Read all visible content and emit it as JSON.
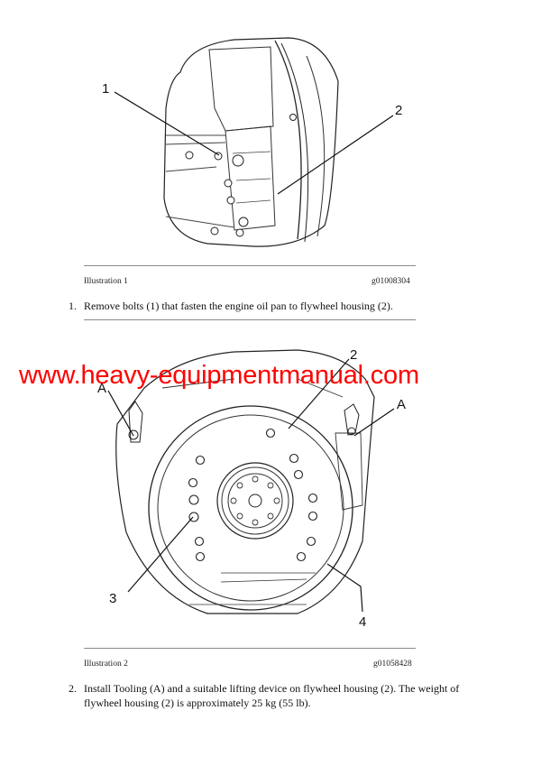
{
  "illustration1": {
    "label": "Illustration 1",
    "code": "g01008304",
    "callouts": [
      "1",
      "2"
    ]
  },
  "step1": {
    "number": "1.",
    "text": "Remove bolts (1) that fasten the engine oil pan to flywheel housing (2)."
  },
  "watermark": {
    "text": "www.heavy-equipmentmanual.com",
    "color": "#ff0000"
  },
  "illustration2": {
    "label": "Illustration 2",
    "code": "g01058428",
    "callouts": [
      "A",
      "2",
      "A",
      "3",
      "4"
    ]
  },
  "step2": {
    "number": "2.",
    "text": "Install Tooling (A) and a suitable lifting device on flywheel housing (2). The weight of flywheel housing (2) is approximately 25 kg (55 lb)."
  }
}
